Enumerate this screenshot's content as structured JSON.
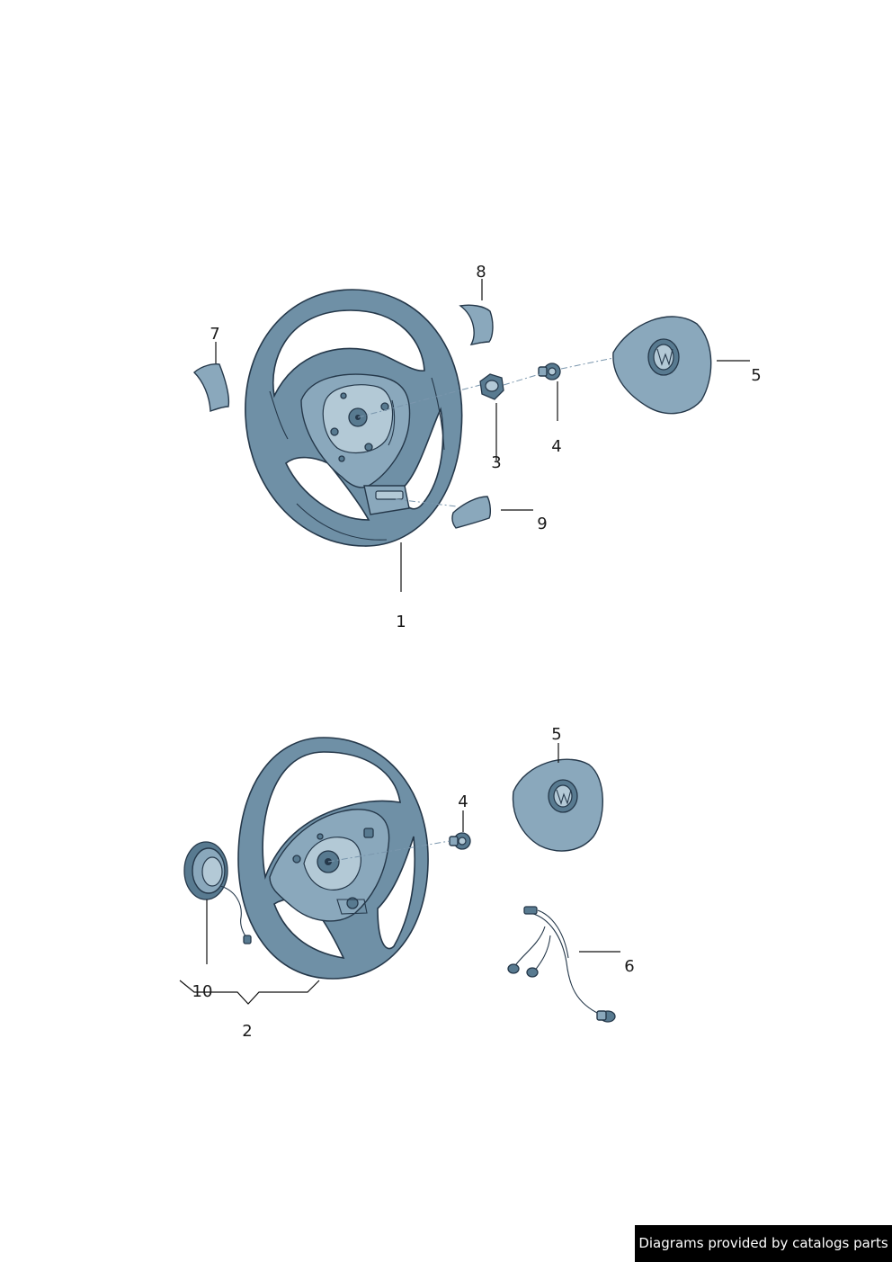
{
  "callouts": {
    "c1": "1",
    "c2": "2",
    "c3": "3",
    "c4_top": "4",
    "c4_bottom": "4",
    "c5_top": "5",
    "c5_bottom": "5",
    "c6": "6",
    "c7": "7",
    "c8": "8",
    "c9": "9",
    "c10": "10"
  },
  "credit": "Diagrams provided by catalogs parts",
  "colors": {
    "part_fill": "#8aa8bc",
    "part_shadow": "#587a90",
    "outline": "#25384a"
  }
}
